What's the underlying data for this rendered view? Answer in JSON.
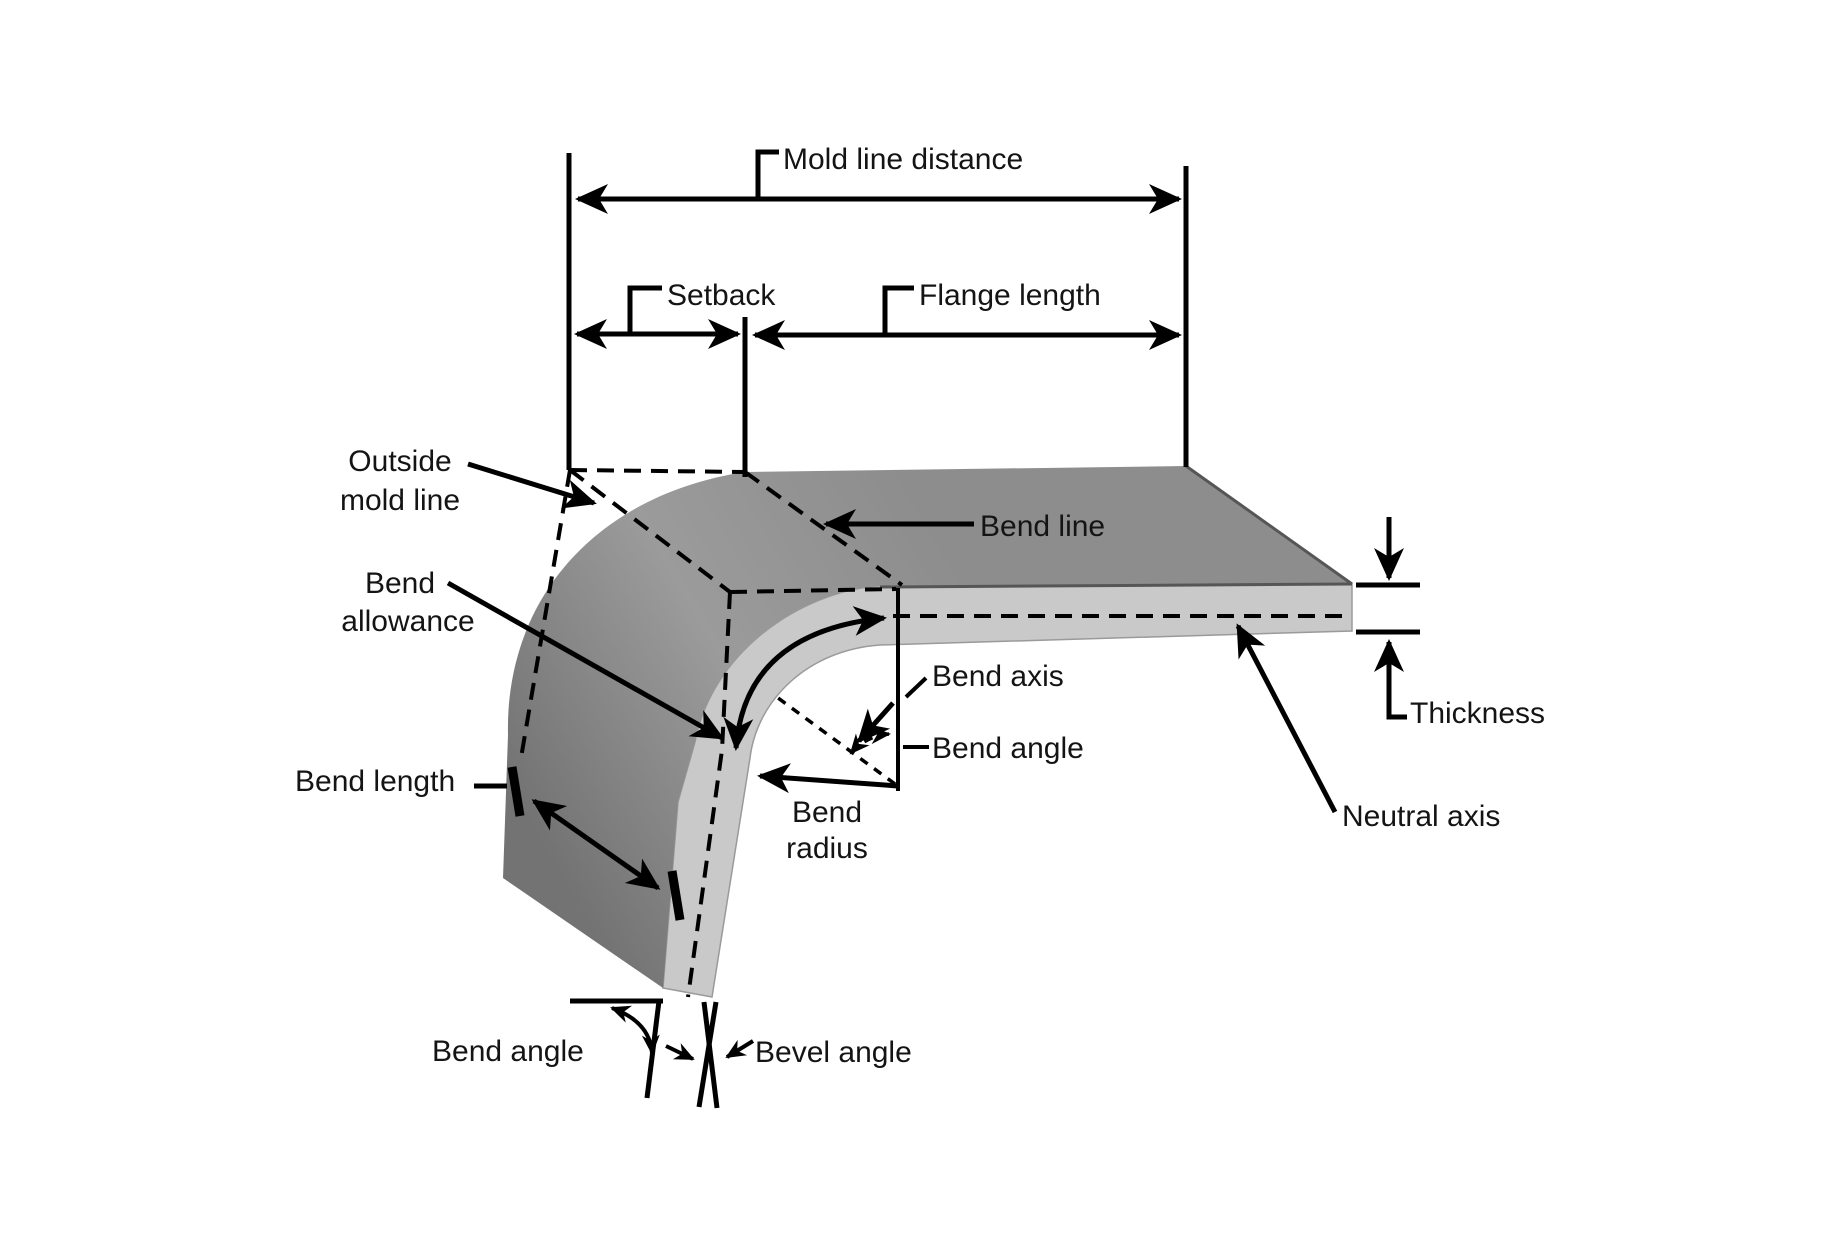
{
  "labels": {
    "mold_line_distance": "Mold line distance",
    "setback": "Setback",
    "flange_length": "Flange length",
    "outside_mold_line_1": "Outside",
    "outside_mold_line_2": "mold line",
    "bend_line": "Bend line",
    "bend_allowance_1": "Bend",
    "bend_allowance_2": "allowance",
    "bend_axis": "Bend axis",
    "bend_angle_mid": "Bend angle",
    "bend_radius_1": "Bend",
    "bend_radius_2": "radius",
    "bend_length": "Bend length",
    "thickness": "Thickness",
    "neutral_axis": "Neutral axis",
    "bend_angle_bottom": "Bend angle",
    "bevel_angle": "Bevel angle"
  },
  "colors": {
    "background": "#ffffff",
    "line": "#000000",
    "surface_dark": "#8d8d8d",
    "surface_dark_deep": "#737373",
    "surface_dark_light": "#9b9b9b",
    "surface_light": "#c9c9c9",
    "edge_line": "#565656"
  }
}
